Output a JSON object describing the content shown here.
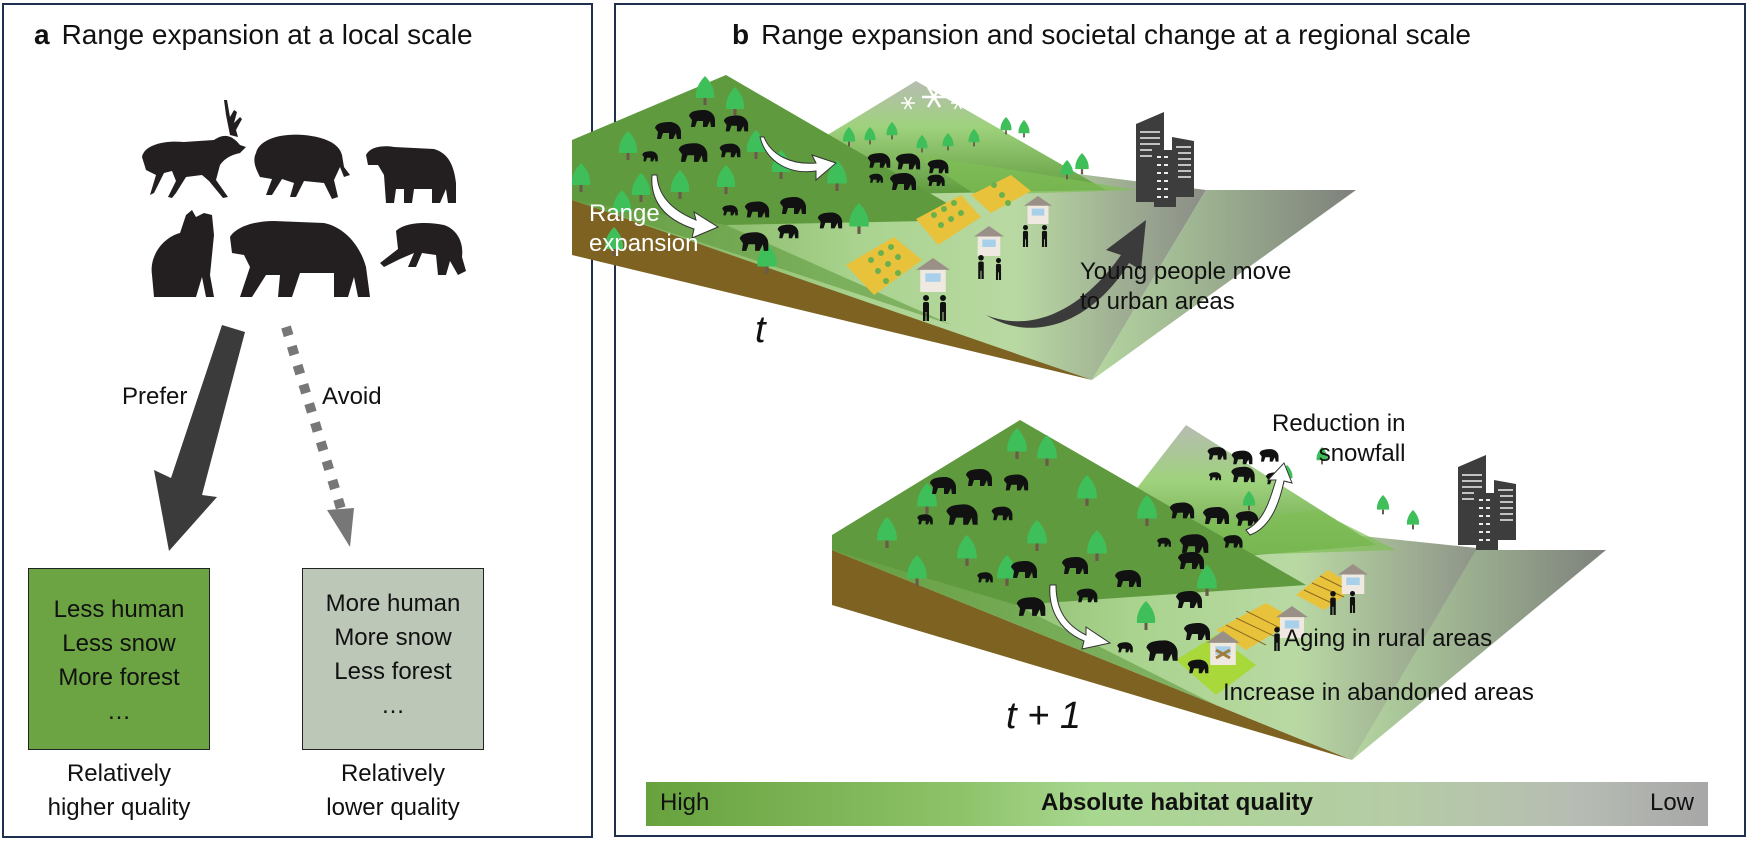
{
  "panel_a": {
    "letter": "a",
    "title": "Range expansion at a local scale",
    "animals": [
      "sika-deer",
      "wild-boar",
      "asiatic-black-bear",
      "serow",
      "brown-bear",
      "japanese-macaque"
    ],
    "prefer_label": "Prefer",
    "avoid_label": "Avoid",
    "higher_box": {
      "lines": [
        "Less human",
        "Less snow",
        "More forest",
        "…"
      ],
      "caption": [
        "Relatively",
        "higher quality"
      ],
      "color": "#6ca443"
    },
    "lower_box": {
      "lines": [
        "More human",
        "More snow",
        "Less forest",
        "…"
      ],
      "caption": [
        "Relatively",
        "lower quality"
      ],
      "color": "#bcc7b8"
    }
  },
  "panel_b": {
    "letter": "b",
    "title": "Range expansion and societal change at a regional scale",
    "scene_t": {
      "time_label": "t",
      "range_expansion_label": [
        "Range",
        "expansion"
      ],
      "urban_migration_label": [
        "Young people move",
        "to urban areas"
      ]
    },
    "scene_t1": {
      "time_label": "t + 1",
      "snowfall_label": [
        "Reduction in",
        "snowfall"
      ],
      "aging_label": "Aging in rural areas",
      "abandoned_label": "Increase in abandoned areas"
    },
    "legend": {
      "title": "Absolute habitat quality",
      "high": "High",
      "low": "Low",
      "high_color": "#67a23e",
      "low_color": "#a7a7a7"
    }
  },
  "colors": {
    "forest_dark": "#5f9a3e",
    "forest_light": "#a9d38e",
    "soil": "#7d6221",
    "tree": "#3fbf5a",
    "field": "#e8c23a",
    "city": "#3d3d3d",
    "border": "#1f2f4f"
  }
}
